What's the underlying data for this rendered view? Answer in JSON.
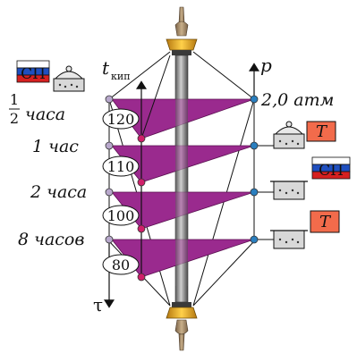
{
  "diagram": {
    "axes": {
      "time_symbol": "τ",
      "boil_symbol_base": "t",
      "boil_symbol_sub": "кип",
      "pressure_symbol": "p"
    },
    "time_labels": [
      {
        "frac_top": "1",
        "frac_bottom": "2",
        "text": "часа"
      },
      {
        "text": "1 час"
      },
      {
        "text": "2 часа"
      },
      {
        "text": "8 часов"
      }
    ],
    "temperature_labels": [
      "120",
      "110",
      "100",
      "80"
    ],
    "pressure_label": "2,0 атм",
    "device_badges": [
      "СП",
      "Т",
      "СП",
      "Т"
    ],
    "colors": {
      "wedge_fill": "#9a2a8e",
      "node_time": "#b8a8cc",
      "node_temp": "#d0206a",
      "node_pressure": "#2a7fbf",
      "badge_t": "#f26b4b",
      "flag_white": "#ffffff",
      "flag_blue": "#1f4fbf",
      "flag_red": "#d62020",
      "spindle": "#7a7a7a",
      "cap": "#e0a020"
    }
  }
}
